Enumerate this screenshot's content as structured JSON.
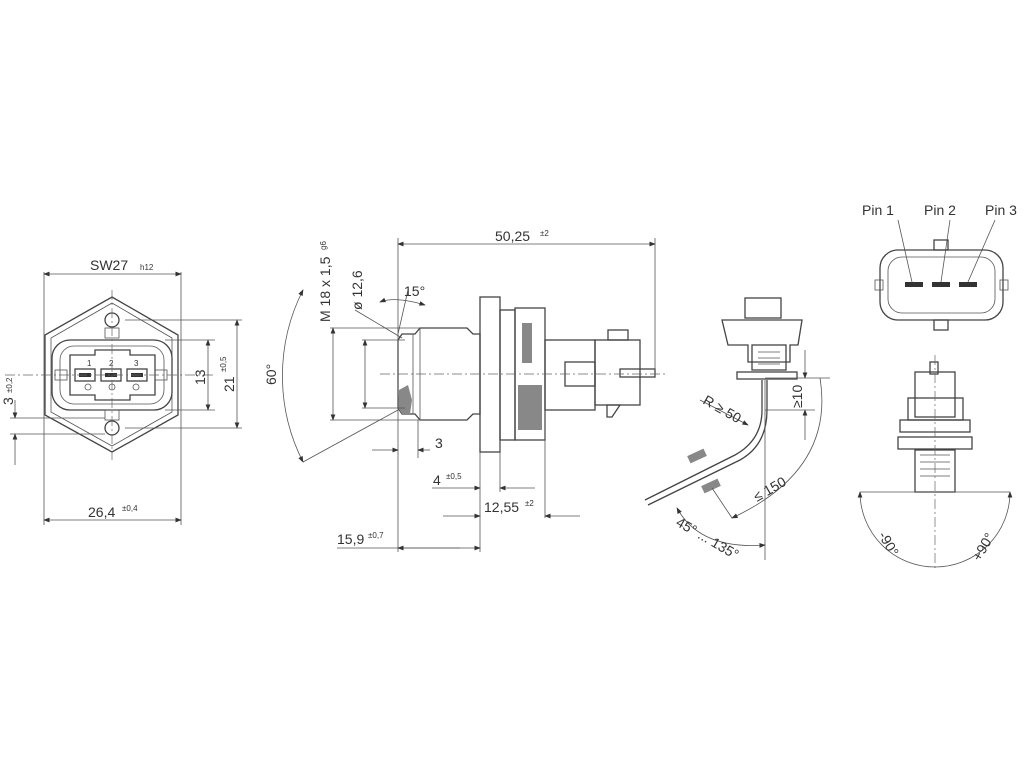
{
  "front_view": {
    "sw_label": "SW27",
    "sw_tol": "h12",
    "width_label": "26,4",
    "width_tol": "±0,4",
    "dim_13": "13",
    "dim_21": "21",
    "dim_21_tol": "±0,5",
    "dim_3": "3",
    "dim_3_tol": "±0,2",
    "pin_numbers": [
      "1",
      "2",
      "3"
    ]
  },
  "side_view": {
    "overall_length": "50,25",
    "overall_tol": "±2",
    "thread": "M 18 x 1,5",
    "thread_tol": "g6",
    "diameter": "ø 12,6",
    "chamfer_angle": "15°",
    "cone_angle": "60°",
    "dim_3": "3",
    "dim_4": "4",
    "dim_4_tol": "±0,5",
    "dim_12_55": "12,55",
    "dim_12_55_tol": "±2",
    "dim_15_9": "15,9",
    "dim_15_9_tol": "±0,7"
  },
  "cable_view": {
    "bend_radius": "R ≥ 50",
    "min_straight": "≥10",
    "max_length": "≤ 150",
    "angle_range": "45° ... 135°"
  },
  "pin_view": {
    "pins": [
      "Pin 1",
      "Pin 2",
      "Pin 3"
    ],
    "rot_neg": "-90°",
    "rot_pos": "+90°"
  }
}
